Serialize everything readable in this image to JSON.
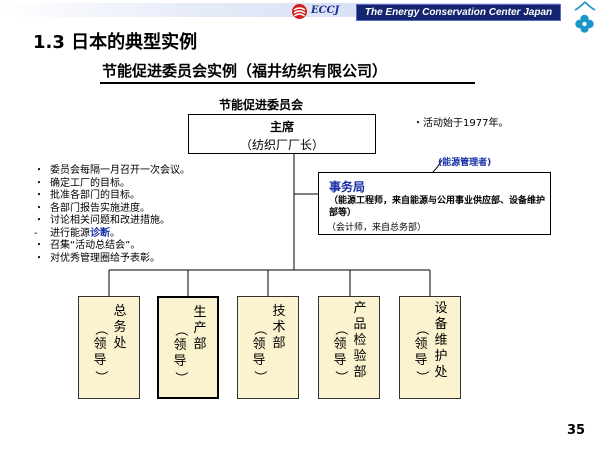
{
  "header": {
    "logo_text": "ECCJ",
    "org_name": "The Energy Conservation Center Japan",
    "colors": {
      "banner": "#14246e",
      "stripe_start": "#c9d4f0",
      "logo_red": "#d21e1e",
      "accent_blue": "#1a2fa8",
      "dept_fill": "#fbf3cf"
    },
    "icons": [
      "eccj-logo-icon",
      "clover-icon"
    ]
  },
  "slide": {
    "title": "1.3 日本的典型实例",
    "subtitle": "节能促进委员会实例（福井纺织有限公司）",
    "page_number": "35"
  },
  "committee": {
    "title": "节能促进委员会",
    "chair": {
      "label": "主席",
      "sub": "（纺织厂厂长）"
    },
    "activity_note": "・活动始于1977年。",
    "energy_manager_label": "(能源管理者)",
    "secretariat": {
      "label": "事务局",
      "line1": "（能源工程师，来自能源与公用事业供应部、设备维护部等）",
      "line2": "（会计师，来自总务部）"
    }
  },
  "bullets": [
    {
      "mark": "・",
      "text": "委员会每隔一月召开一次会议。"
    },
    {
      "mark": "・",
      "text": "确定工厂的目标。"
    },
    {
      "mark": "・",
      "text": "批准各部门的目标。"
    },
    {
      "mark": "・",
      "text": "各部门报告实施进度。"
    },
    {
      "mark": "・",
      "text": "讨论相关问题和改进措施。"
    },
    {
      "mark": "-",
      "text_before": " 进行能源",
      "text_highlight": "诊断",
      "text_after": "。"
    },
    {
      "mark": "・",
      "text": "召集“活动总结会”。"
    },
    {
      "mark": "・",
      "text": "对优秀管理圈给予表彰。"
    }
  ],
  "departments": [
    {
      "name": "总务处",
      "role": "（领导）"
    },
    {
      "name": "生产部",
      "role": "（领导）"
    },
    {
      "name": "技术部",
      "role": "（领导）"
    },
    {
      "name": "产品检验部",
      "role": "（领导）"
    },
    {
      "name": "设备维护处",
      "role": "（领导）"
    }
  ]
}
